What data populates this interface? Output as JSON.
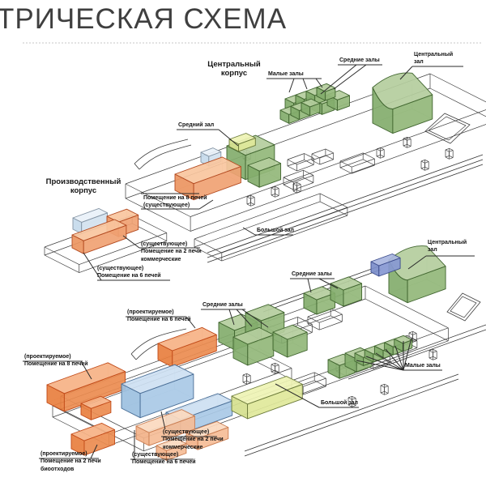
{
  "title": "ТРИЧЕСКАЯ СХЕМА",
  "palette": {
    "green": {
      "top": "#b4cd9d",
      "front": "#92b77a",
      "side": "#83ad6c",
      "stroke": "#40652f"
    },
    "yellow": {
      "top": "#eef3b4",
      "front": "#dfe89a",
      "side": "#d5e08e",
      "stroke": "#6b7a3a"
    },
    "orange": {
      "top": "#f8c69e",
      "front": "#f0a273",
      "side": "#ec9561",
      "stroke": "#b34a20"
    },
    "orange_bright": {
      "top": "#f6b285",
      "front": "#ec8c50",
      "side": "#e87f3f",
      "stroke": "#c14a18"
    },
    "salmon": {
      "top": "#fbd9bf",
      "front": "#f5bd97",
      "side": "#f2b289",
      "stroke": "#c97c50"
    },
    "blue": {
      "top": "#cde0f2",
      "front": "#a9c9e6",
      "side": "#9cc0e0",
      "stroke": "#4a6e96"
    },
    "blue_pale": {
      "top": "#e9f1f8",
      "front": "#d2e2ef",
      "side": "#c6daeb",
      "stroke": "#8494a4"
    },
    "purple": {
      "top": "#a9b6e0",
      "front": "#8798d2",
      "side": "#7b8dca",
      "stroke": "#3c4c8c"
    },
    "wire_line": "#3c3c3c",
    "leader_line": "#2b2b2b"
  },
  "upper": {
    "central_building": "Центральный\nкорпус",
    "production_building": "Производственный\nкорпус",
    "small_halls": "Малые залы",
    "medium_halls": "Средние залы",
    "central_hall": "Центральный\nзал",
    "medium_hall": "Средний зал",
    "room_8_existing": "Помещение на 8 печей\n(существующее)",
    "room_2_commercial_existing": "(существующее)\nПомещение на 2 печи\nкоммерческие",
    "room_6_existing": "(существующее)\nПомещение на 6 печей",
    "big_hall": "Большой зал"
  },
  "lower": {
    "central_hall": "Центральный\nзал",
    "medium_halls_right": "Средние залы",
    "medium_halls_left": "Средние залы",
    "room_6_projected": "(проектируемое)\nПомещение на 6 печей",
    "room_8_projected": "(проектируемое)\nПомещение на 8 печей",
    "room_2_biowaste_projected": "(проектируемое)\nПомещение на 2 печи\nбиоотходов",
    "room_6_existing": "(существующее)\nПомещение на 6 печей",
    "room_2_commercial_existing": "(существующее)\nПомещение на 2 печи\nкоммерческие",
    "small_halls": "Малые залы",
    "big_hall": "Большой зал"
  }
}
